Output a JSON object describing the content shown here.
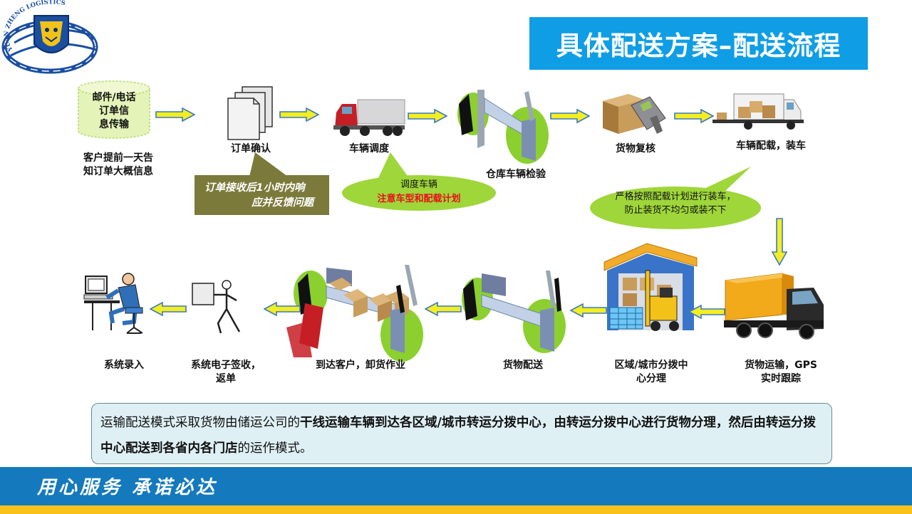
{
  "logo": {
    "ring_text": "YUAN ZHENG LOGISTICS"
  },
  "title": "具体配送方案–配送流程",
  "steps": {
    "order_info": [
      "邮件/电话",
      "订单信",
      "息传输"
    ],
    "customer_notice": [
      "客户提前一天告",
      "知订单大概信息"
    ],
    "order_confirm": "订单确认",
    "vehicle_dispatch": "车辆调度",
    "warehouse_check": "仓库车辆检验",
    "goods_recheck": "货物复核",
    "vehicle_loading": "车辆配载，装车",
    "transport_gps": [
      "货物运输，GPS",
      "实时跟踪"
    ],
    "regional_sorting": [
      "区域/城市分拨中",
      "心分理"
    ],
    "goods_delivery": "货物配送",
    "arrive_unload": "到达客户，卸货作业",
    "esign_return": [
      "系统电子签收，",
      "返单"
    ],
    "system_entry": "系统录入"
  },
  "notes": {
    "order_response": [
      "订单接收后1小时内响",
      "应并反馈问题"
    ],
    "dispatch_line1": "调度车辆",
    "dispatch_line2": "注意车型和配载计划",
    "loading_plan": [
      "严格按照配载计划进行装车，",
      "防止装货不均匀或装不下"
    ]
  },
  "summary": {
    "p1": "运输配送模式采取货物由储运公司的",
    "b1": "干线运输车辆到达各区域/城市转运分拨中心，由转运分拨中心进行货物分理，然后由转运分拨中心配送到各省内各门店",
    "p2": "的运作模式。"
  },
  "slogan": "用心服务 承诺必达",
  "colors": {
    "title_bg": "#0f9ee5",
    "bar_blue": "#1479bd",
    "strip_yellow": "#f6c21b",
    "bubble_green": "#9fd63a",
    "arrow_yellow": "#f2ee22",
    "arrow_blue": "#3b78c4"
  }
}
